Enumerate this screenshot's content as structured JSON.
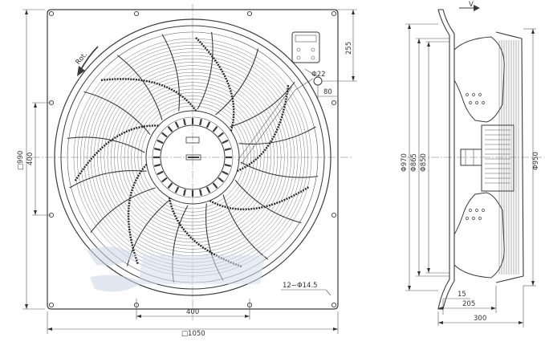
{
  "front_view": {
    "rotation_label": "Rot.",
    "width_dim": "□1050",
    "height_dim": "□990",
    "hole_spacing_h": "400",
    "hole_spacing_v": "400",
    "holes_label": "12−Φ14.5",
    "box_height_dim": "255",
    "cable_gland_dim": "Φ22",
    "box_offset_dim": "80"
  },
  "side_view": {
    "airflow_label": "V",
    "dia_970": "Φ970",
    "dia_865": "Φ865",
    "dia_850": "Φ850",
    "dia_950": "Φ950",
    "depth_15": "15",
    "depth_205": "205",
    "depth_300": "300"
  },
  "colors": {
    "line": "#3a3a3a",
    "watermark": "#c9d6e6"
  }
}
